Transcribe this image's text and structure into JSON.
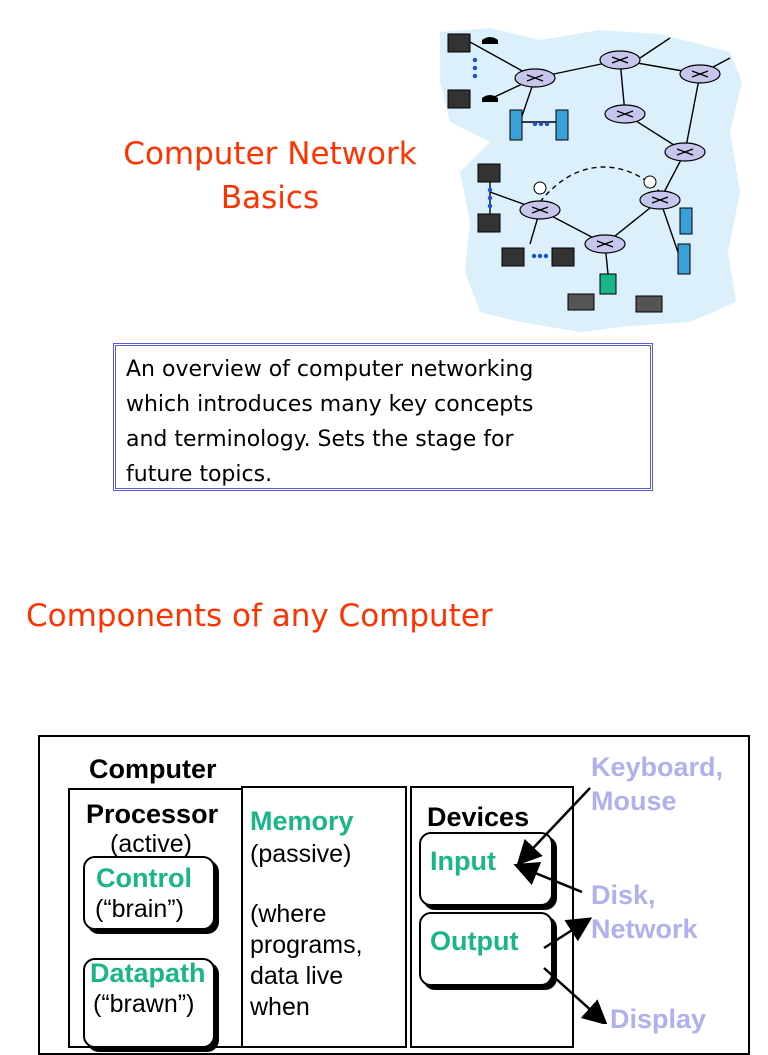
{
  "slide1": {
    "title_line1": "Computer Network",
    "title_line2": "Basics",
    "overview_lines": [
      "An overview of computer networking",
      "which introduces many key concepts",
      "and terminology.  Sets the stage for",
      "future topics."
    ]
  },
  "slide2": {
    "title": "Components of any Computer",
    "computer_label": "Computer",
    "processor": {
      "label": "Processor",
      "sub": "(active)"
    },
    "control": {
      "label": "Control",
      "sub": "(“brain”)"
    },
    "datapath": {
      "label": "Datapath",
      "sub": "(“brawn”)"
    },
    "memory": {
      "label": "Memory",
      "sub": "(passive)",
      "desc_lines": [
        "(where",
        "programs,",
        "data live",
        "when"
      ]
    },
    "devices": {
      "label": "Devices",
      "input": "Input",
      "output": "Output"
    },
    "keyboard_line1": "Keyboard,",
    "keyboard_line2": "Mouse",
    "disk_line1": "Disk,",
    "disk_line2": "Network",
    "display": "Display"
  },
  "colors": {
    "title": "#ff3300",
    "green_label": "#1ab589",
    "external_label": "#b0b0ee",
    "cloud": "#dcf0fb",
    "router": "#c6c6ec"
  }
}
